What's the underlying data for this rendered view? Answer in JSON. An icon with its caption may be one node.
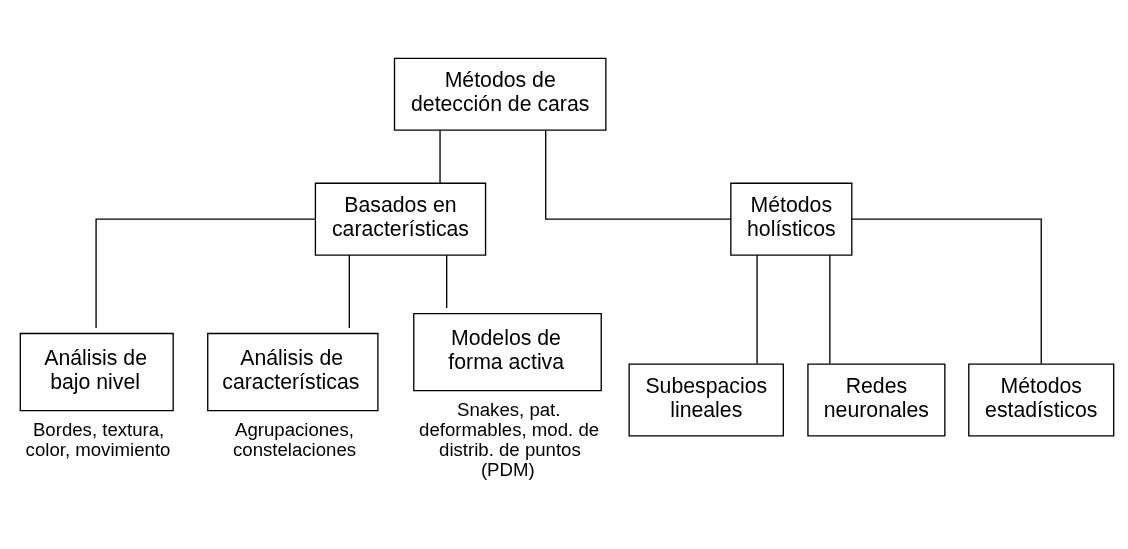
{
  "diagram": {
    "nodes": [
      {
        "text": [
          "Métodos de detección de caras"
        ]
      },
      {
        "text": [
          "Basados en características"
        ]
      },
      {
        "text": [
          "Métodos holísticos"
        ]
      },
      {
        "text": [
          "Análisis de bajo nivel"
        ],
        "beside": [
          "Bordes, textura, color, movimiento"
        ]
      },
      {
        "text": [
          "Análisis de características"
        ],
        "beside": [
          "Agrupaciones, constelaciones"
        ]
      },
      {
        "text": [
          "Modelos de forma activa"
        ],
        "beside": [
          "Snakes, pat. deformables, mod. de distrib. de puntos (PDM)"
        ]
      },
      {
        "text": [
          "Subespacios lineales"
        ]
      },
      {
        "text": [
          "Redes neuronales"
        ]
      },
      {
        "text": [
          "Métodos estadísticos"
        ]
      }
    ],
    "edges": [
      {
        "from": 0,
        "to": 1,
        "arrow": "none"
      },
      {
        "from": 0,
        "to": 2,
        "arrow": "none"
      },
      {
        "from": 1,
        "to": 3,
        "arrow": "none"
      },
      {
        "from": 1,
        "to": 4,
        "arrow": "none"
      },
      {
        "from": 1,
        "to": 5,
        "arrow": "none"
      },
      {
        "from": 2,
        "to": 6,
        "arrow": "none"
      },
      {
        "from": 2,
        "to": 7,
        "arrow": "none"
      },
      {
        "from": 2,
        "to": 8,
        "arrow": "none"
      }
    ]
  }
}
